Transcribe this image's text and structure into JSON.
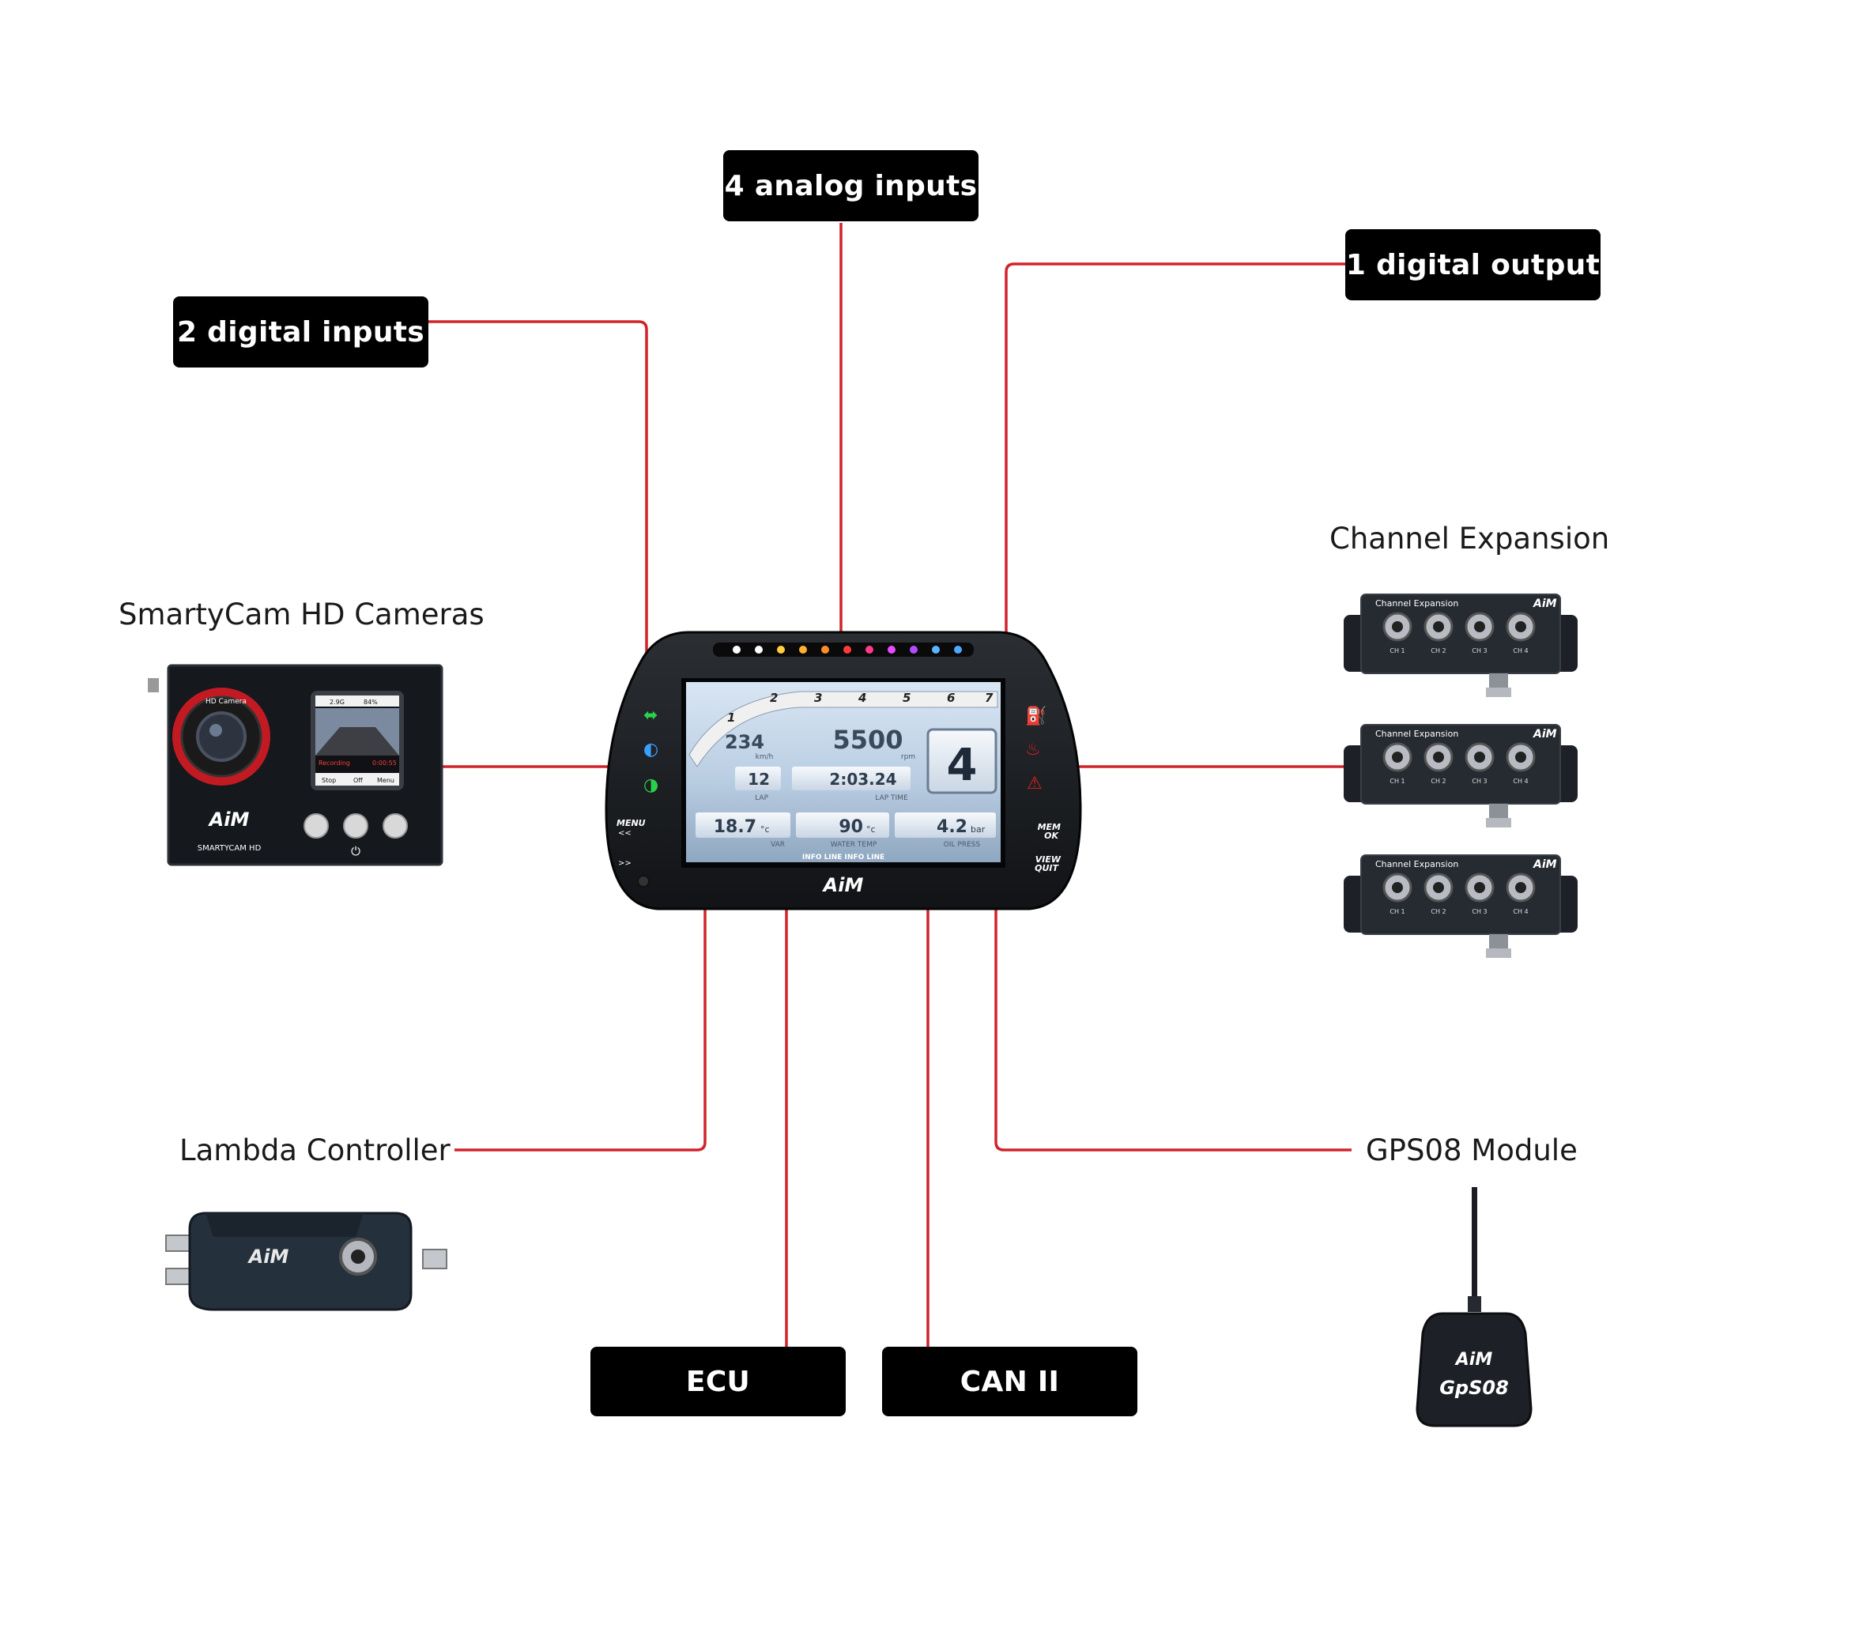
{
  "labels": {
    "analog_inputs": "4 analog inputs",
    "digital_output": "1 digital output",
    "digital_inputs": "2 digital inputs",
    "ecu": "ECU",
    "can2": "CAN II"
  },
  "captions": {
    "smartycam": "SmartyCam HD Cameras",
    "channel_expansion": "Channel Expansion",
    "lambda": "Lambda Controller",
    "gps": "GPS08 Module"
  },
  "dash": {
    "shift_ticks": [
      "1",
      "2",
      "3",
      "4",
      "5",
      "6",
      "7"
    ],
    "speed": "234",
    "speed_unit": "km/h",
    "rpm": "5500",
    "rpm_unit": "rpm",
    "gear": "4",
    "lap": "12",
    "lap_label": "LAP",
    "lap_time": "2:03.24",
    "lap_time_label": "LAP TIME",
    "var": "18.7",
    "var_unit": "°c",
    "var_label": "VAR",
    "water": "90",
    "water_unit": "°c",
    "water_label": "WATER TEMP",
    "oil": "4.2",
    "oil_unit": "bar",
    "oil_label": "OIL PRESS",
    "info_line": "INFO LINE INFO LINE",
    "menu": "MENU",
    "menu_sub": "<<",
    "next": ">>",
    "mem": "MEM",
    "ok": "OK",
    "view": "VIEW",
    "quit": "QUIT",
    "brand": "AiM"
  },
  "camera": {
    "brand": "AiM",
    "model": "SMARTYCAM HD",
    "lens_text": "HD Camera",
    "screen_g": "2.9G",
    "screen_batt": "84%",
    "screen_status": "Recording",
    "screen_time": "0:00:55",
    "btn_stop": "Stop",
    "btn_off": "Off",
    "btn_menu": "Menu"
  },
  "expansion": {
    "title": "Channel Expansion",
    "brand": "AiM",
    "channels": [
      "CH 1",
      "CH 2",
      "CH 3",
      "CH 4"
    ]
  },
  "lambda_device": {
    "brand": "AiM"
  },
  "gps_device": {
    "brand": "AiM",
    "model": "GpS08"
  },
  "colors": {
    "wire": "#d0232a",
    "pill": "#000000",
    "device_body": "#1c1f24"
  }
}
